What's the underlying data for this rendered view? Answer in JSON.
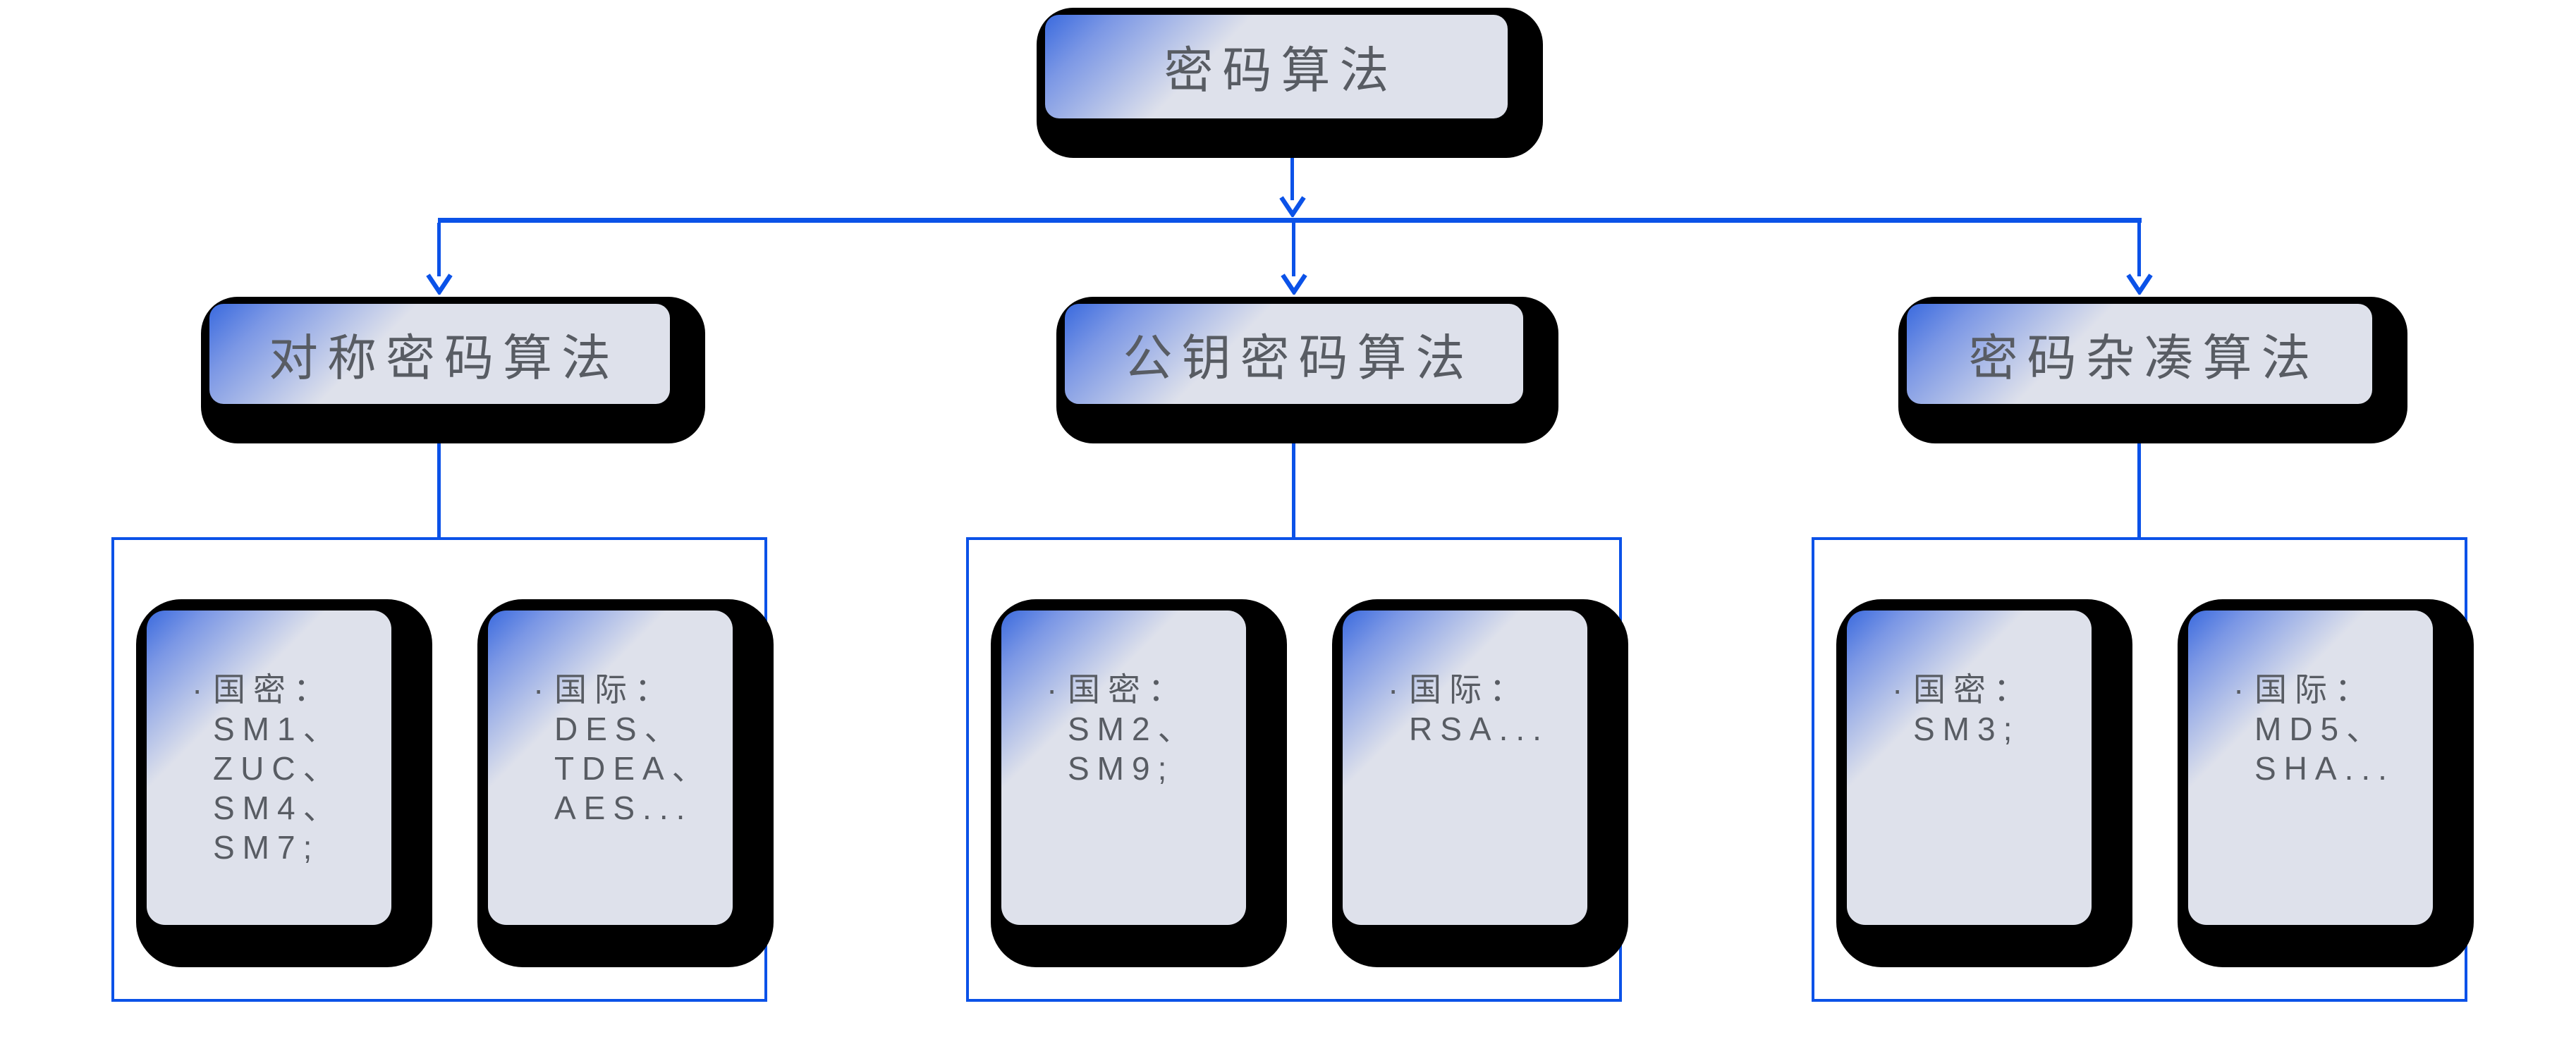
{
  "palette": {
    "line_blue": "#0b52e8",
    "card_background": "#dee1eb",
    "corner_gradient_blue": "#3a6ade",
    "shadow_black": "#000000",
    "text_gray": "#585c63"
  },
  "root": {
    "label": "密码算法"
  },
  "branches": [
    {
      "label": "对称密码算法",
      "cards": [
        {
          "lines": [
            "·国密：",
            "SM1、",
            "ZUC、",
            "SM4、",
            "SM7;"
          ]
        },
        {
          "lines": [
            "·国际：",
            "DES、",
            "TDEA、",
            "AES..."
          ]
        }
      ]
    },
    {
      "label": "公钥密码算法",
      "cards": [
        {
          "lines": [
            "·国密：",
            "SM2、",
            "SM9;"
          ]
        },
        {
          "lines": [
            "·国际：",
            "RSA..."
          ]
        }
      ]
    },
    {
      "label": "密码杂凑算法",
      "cards": [
        {
          "lines": [
            "·国密：",
            "SM3;"
          ]
        },
        {
          "lines": [
            "·国际：",
            "MD5、",
            "SHA..."
          ]
        }
      ]
    }
  ]
}
